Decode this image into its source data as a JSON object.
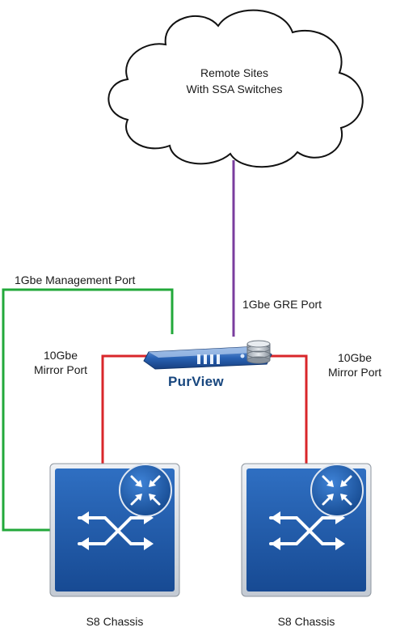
{
  "cloud": {
    "line1": "Remote Sites",
    "line2": "With SSA Switches"
  },
  "links": {
    "gre_port": "1Gbe GRE Port",
    "management_port": "1Gbe Management Port",
    "mirror_left_line1": "10Gbe",
    "mirror_left_line2": "Mirror Port",
    "mirror_right_line1": "10Gbe",
    "mirror_right_line2": "Mirror Port"
  },
  "appliance": {
    "name": "PurView"
  },
  "chassis": [
    {
      "label": "S8 Chassis",
      "icon": "router-switch-icon"
    },
    {
      "label": "S8 Chassis",
      "icon": "router-switch-icon"
    }
  ],
  "colors": {
    "gre_link": "#7a3d9e",
    "management_link": "#22a83a",
    "mirror_link": "#d9262a",
    "chassis_blue": "#1f5aa8",
    "appliance_blue": "#2a63b5"
  }
}
